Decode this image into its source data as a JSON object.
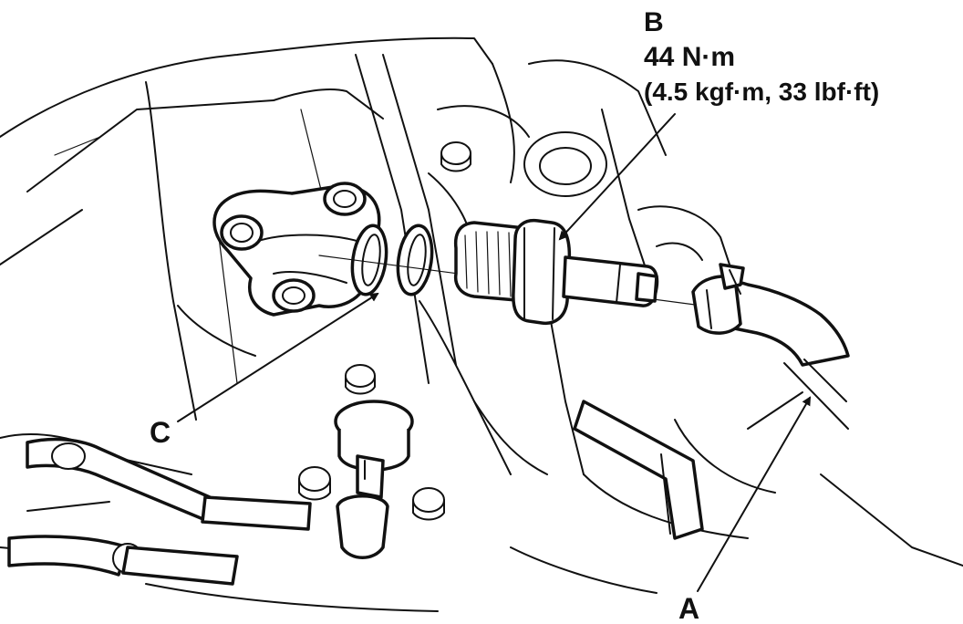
{
  "callouts": {
    "a": {
      "letter": "A"
    },
    "b": {
      "letter": "B",
      "torque_nm": "44 N·m",
      "torque_alt": "(4.5 kgf·m, 33 lbf·ft)"
    },
    "c": {
      "letter": "C"
    }
  }
}
